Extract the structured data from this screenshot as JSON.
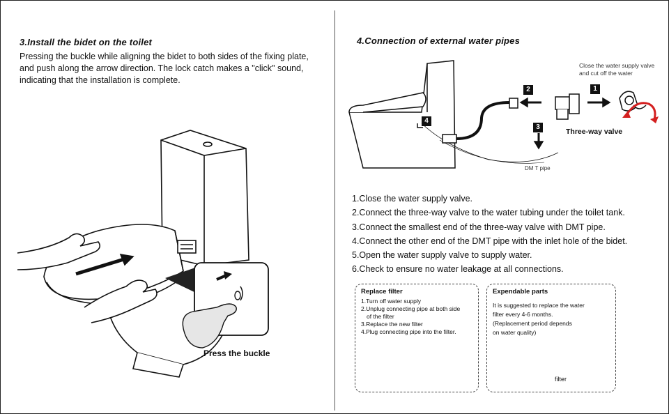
{
  "left": {
    "heading": "3.Install the bidet on the toilet",
    "intro": [
      "Pressing the buckle while aligning the bidet to both sides of the fixing plate,",
      "and push along the arrow direction. The lock catch makes a \"click\" sound,",
      "indicating that the installation is complete."
    ],
    "press_label": "Press the buckle"
  },
  "right": {
    "heading": "4.Connection of external water pipes",
    "close_note": [
      "Close the water supply valve",
      "and cut off the water"
    ],
    "three_way_label": "Three-way valve",
    "dmt_label": "DM T pipe",
    "badges": [
      "1",
      "2",
      "3",
      "4"
    ],
    "steps": [
      "1.Close the water supply valve.",
      "2.Connect the three-way valve to the water tubing under the toilet tank.",
      "3.Connect the smallest end of the three-way valve with DMT pipe.",
      "4.Connect the other end of the DMT pipe with the inlet hole of the bidet.",
      "5.Open the water supply valve to supply water.",
      "6.Check to ensure no water leakage at all connections."
    ],
    "replace_filter": {
      "title": "Replace filter",
      "lines": [
        "1.Turn off water supply",
        "2.Unplug connecting pipe at both side",
        "   of the filter",
        "3.Replace the new filter",
        "4.Plug connecting pipe into the filter."
      ]
    },
    "expendable": {
      "title": "Expendable parts",
      "lines": [
        "It is suggested to replace the water",
        "filter every 4-6 months.",
        "(Replacement period depends",
        "on water quality)"
      ],
      "filter_label": "filter"
    }
  }
}
